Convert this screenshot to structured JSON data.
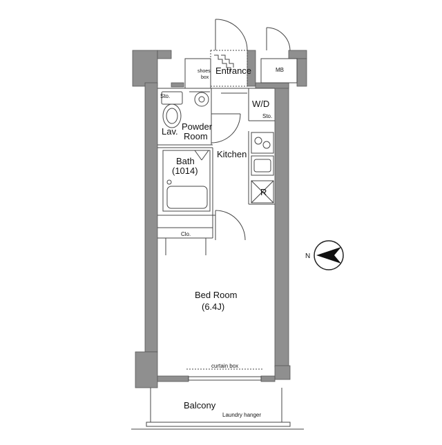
{
  "rooms": {
    "entrance": "Entrance",
    "shoes_box_line1": "shoes",
    "shoes_box_line2": "box",
    "mb": "MB",
    "sto_upper": "Sto.",
    "wd": "W/D",
    "sto_wd": "Sto.",
    "lav": "Lav.",
    "powder_line1": "Powder",
    "powder_line2": "Room",
    "kitchen": "Kitchen",
    "bath_line1": "Bath",
    "bath_line2": "(1014)",
    "fridge": "R",
    "closet": "Clo.",
    "bedroom_line1": "Bed Room",
    "bedroom_line2": "(6.4J)",
    "curtain_box": "curtain box",
    "balcony": "Balcony",
    "laundry_hanger": "Laundry hanger"
  },
  "compass": {
    "north": "N"
  }
}
